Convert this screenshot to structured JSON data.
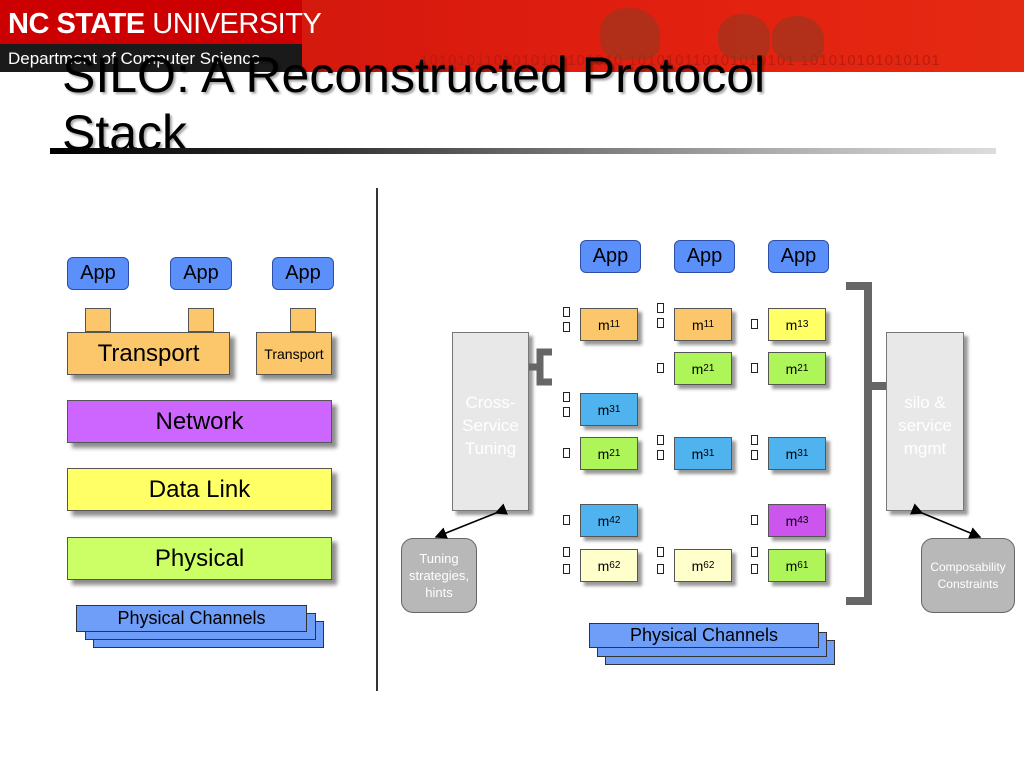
{
  "banner": {
    "university_bold": "NC STATE",
    "university_light": " UNIVERSITY",
    "department": "Department of Computer Science",
    "binary": "1010101101010101101010  101010110101010101  101010101010101"
  },
  "title": {
    "line1": "SILO: A Reconstructed Protocol",
    "line2": "Stack"
  },
  "left_stack": {
    "apps": [
      "App",
      "App",
      "App"
    ],
    "transport_main": "Transport",
    "transport_small": "Transport",
    "network": "Network",
    "data_link": "Data Link",
    "physical": "Physical",
    "channels": "Physical Channels"
  },
  "right_stack": {
    "apps": [
      "App",
      "App",
      "App"
    ],
    "cross_service": [
      "Cross-",
      "Service",
      "Tuning"
    ],
    "silo_mgmt": [
      "silo &",
      "service",
      "mgmt"
    ],
    "tuning_note": [
      "Tuning",
      "strategies,",
      "hints"
    ],
    "composability_note": [
      "Composability",
      "Constraints"
    ],
    "channels": "Physical Channels",
    "modules": {
      "c1r1": {
        "base": "m",
        "sub": "11"
      },
      "c2r1": {
        "base": "m",
        "sub": "11"
      },
      "c3r1": {
        "base": "m",
        "sub": "13"
      },
      "c2r2": {
        "base": "m",
        "sub": "21"
      },
      "c3r2": {
        "base": "m",
        "sub": "21"
      },
      "c1r3": {
        "base": "m",
        "sub": "31"
      },
      "c1r4": {
        "base": "m",
        "sub": "21"
      },
      "c2r4": {
        "base": "m",
        "sub": "31"
      },
      "c3r4": {
        "base": "m",
        "sub": "31"
      },
      "c1r5": {
        "base": "m",
        "sub": "42"
      },
      "c3r5": {
        "base": "m",
        "sub": "43"
      },
      "c1r6": {
        "base": "m",
        "sub": "62"
      },
      "c2r6": {
        "base": "m",
        "sub": "62"
      },
      "c3r6": {
        "base": "m",
        "sub": "61"
      }
    }
  },
  "colors": {
    "app_blue": "#5b8ff9",
    "transport_orange": "#fcc66a",
    "network_purple": "#cc66ff",
    "datalink_yellow": "#ffff66",
    "physical_green": "#ccff66",
    "module_blue": "#4fb3f0",
    "module_green": "#aef55a",
    "module_yellow": "#ffff66",
    "module_cream": "#ffffcc",
    "module_purple": "#cc55ee",
    "bracket_gray": "#666666"
  }
}
